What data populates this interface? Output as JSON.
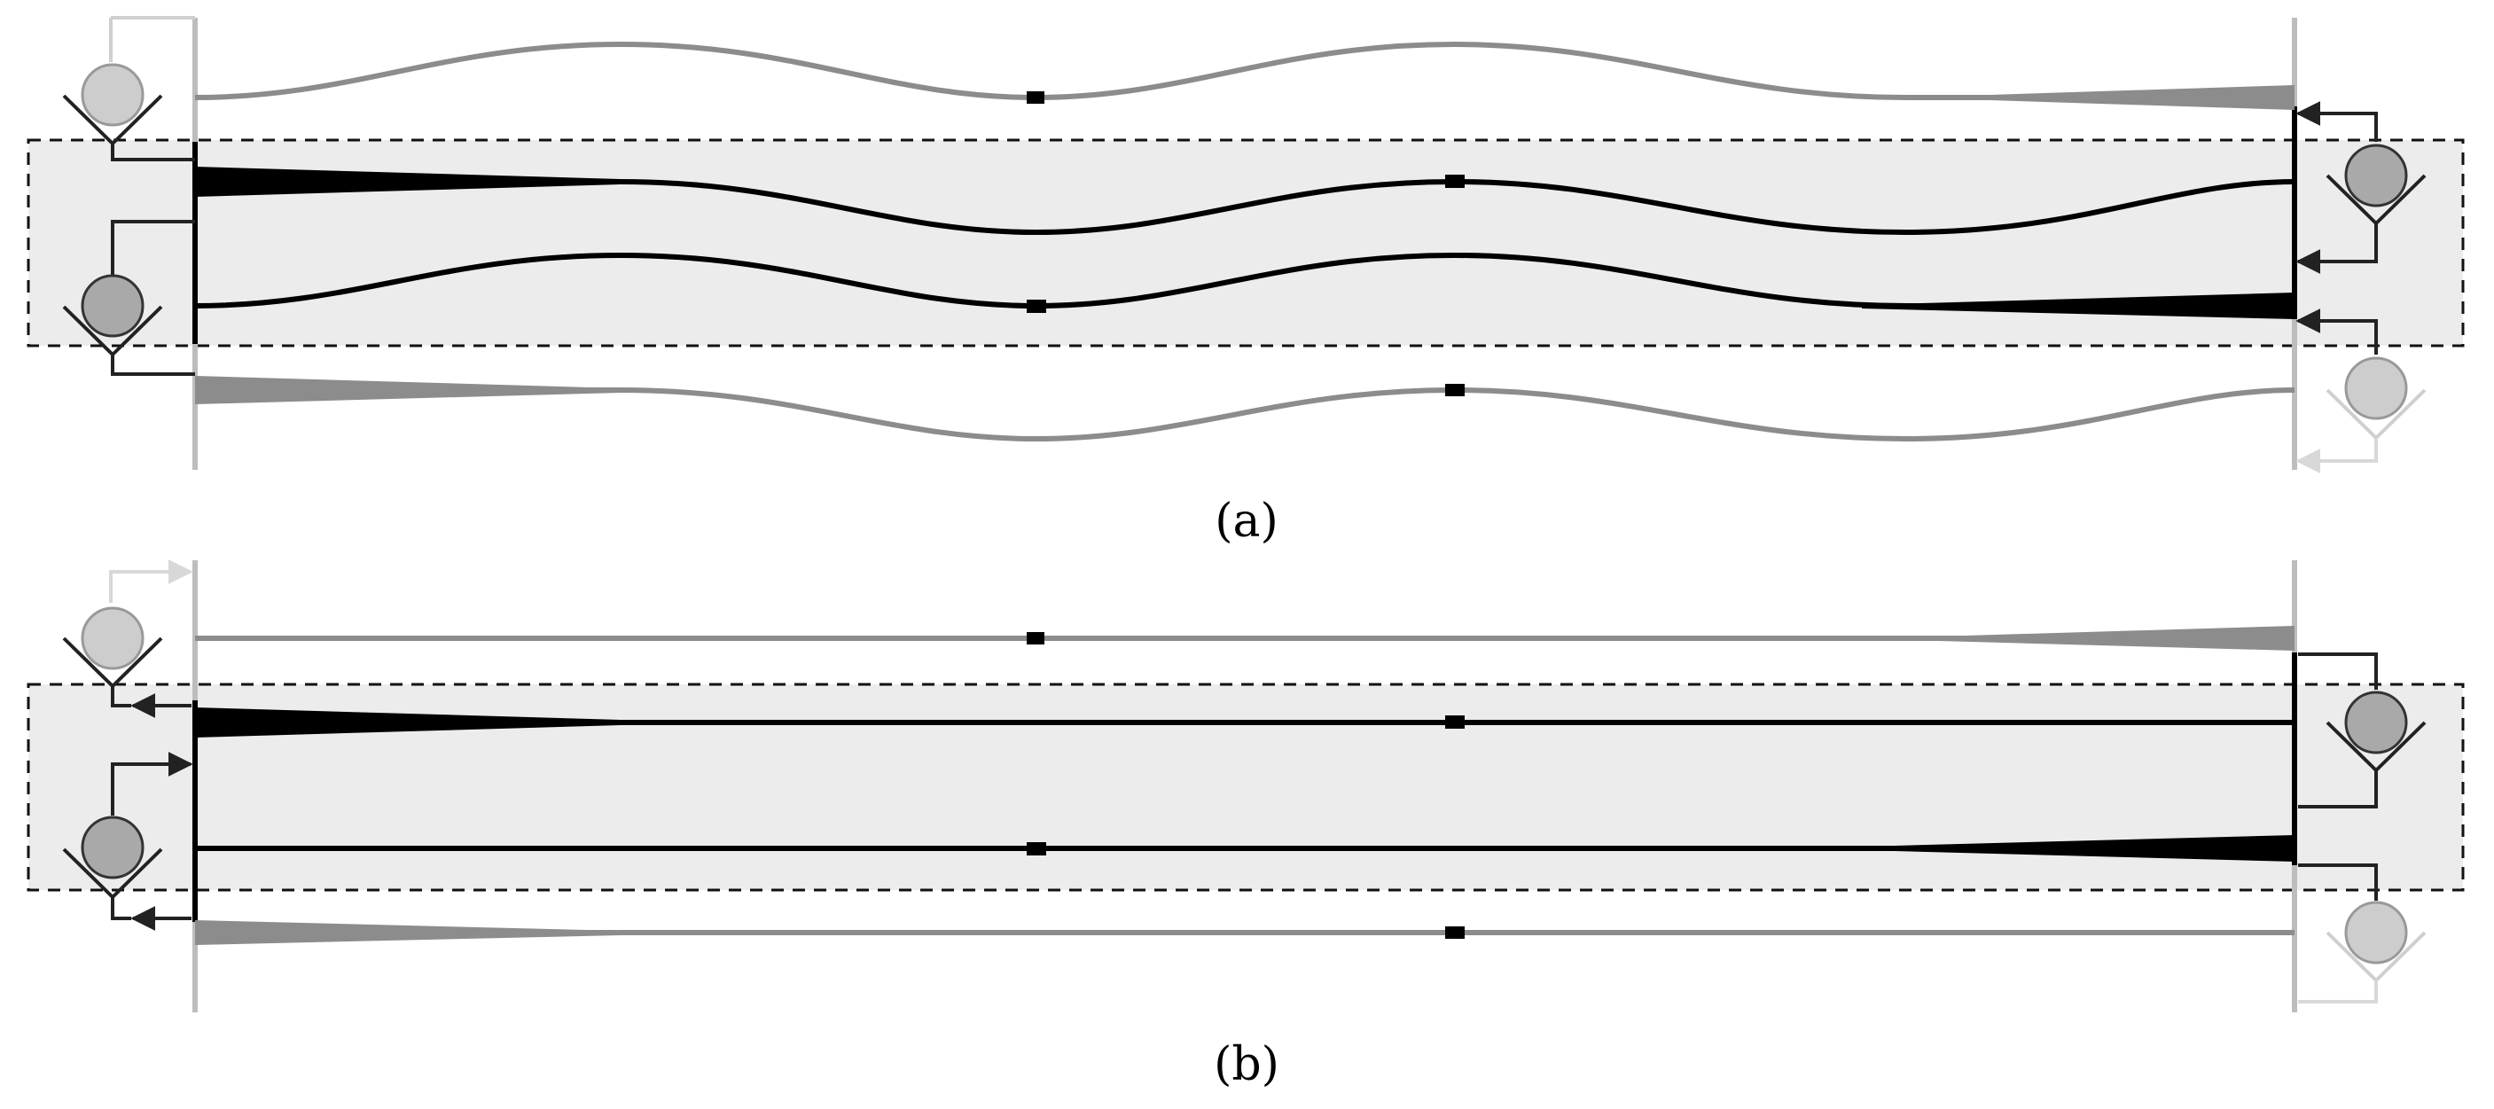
{
  "panels": [
    {
      "id": "a",
      "caption": "(a)",
      "waveguide_shape": "wavy"
    },
    {
      "id": "b",
      "caption": "(b)",
      "waveguide_shape": "straight"
    }
  ],
  "colors": {
    "active": "#000000",
    "inactive": "#8c8c8c",
    "faint": "#d0d0d0",
    "highlight_band": "#ececec",
    "dashed_box": "#111111",
    "detector_active": "#a9a9a9",
    "detector_inactive": "#cdcdcd"
  }
}
